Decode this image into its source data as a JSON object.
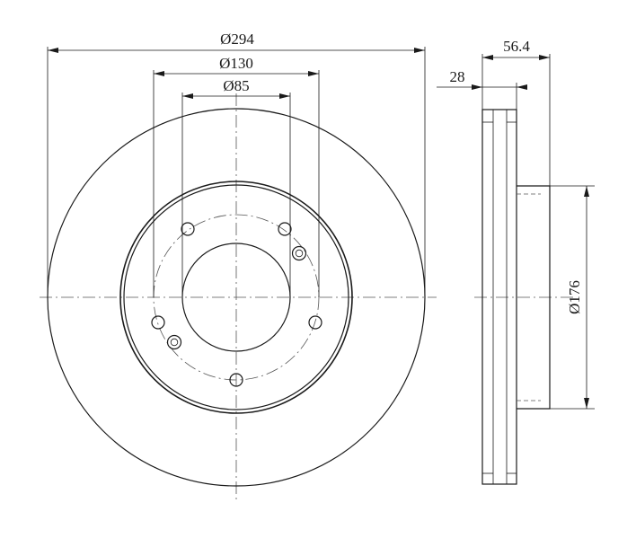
{
  "dimensions": {
    "outer_diameter": "Ø294",
    "bolt_circle": "Ø130",
    "center_bore": "Ø85",
    "hat_diameter": "Ø176",
    "overall_height": "56.4",
    "disc_thickness": "28"
  },
  "colors": {
    "line": "#1a1a1a",
    "background": "#ffffff"
  }
}
